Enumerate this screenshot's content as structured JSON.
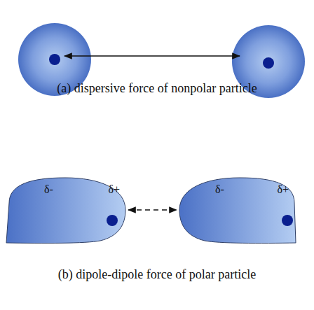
{
  "diagram": {
    "nodes": [
      {
        "text": [
          "δ-",
          "δ+"
        ]
      },
      {
        "text": [
          "δ-",
          "δ+"
        ]
      }
    ],
    "edges": [
      {
        "from": 0,
        "to": 1,
        "arrow": "both"
      }
    ],
    "labels": [
      "(a) dispersive force of nonpolar particle",
      "(b) dipole-dipole force of polar particle"
    ]
  }
}
